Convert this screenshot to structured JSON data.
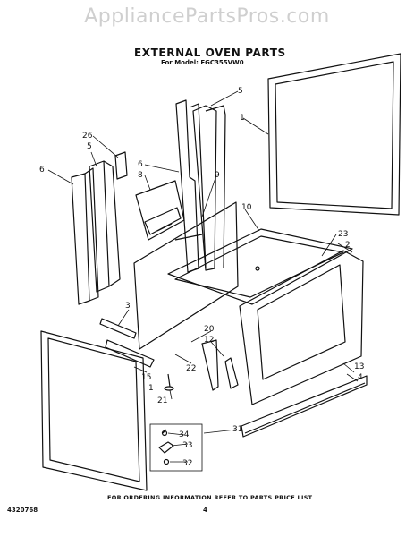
{
  "watermark": "AppliancePartsPros.com",
  "title": "EXTERNAL OVEN PARTS",
  "subtitle": "For Model: FGC355VW0",
  "footer_note": "FOR ORDERING INFORMATION REFER TO PARTS PRICE LIST",
  "doc_number": "4320768",
  "page_number": "4",
  "callouts": {
    "c1a": "1",
    "c1b": "1",
    "c2": "2",
    "c3": "3",
    "c4": "4",
    "c5a": "5",
    "c5b": "5",
    "c6a": "6",
    "c6b": "6",
    "c8": "8",
    "c9": "9",
    "c10": "10",
    "c12": "12",
    "c13": "13",
    "c15": "15",
    "c20": "20",
    "c21": "21",
    "c22": "22",
    "c23": "23",
    "c26": "26",
    "c31": "31",
    "c32": "32",
    "c33": "33",
    "c34": "34"
  }
}
